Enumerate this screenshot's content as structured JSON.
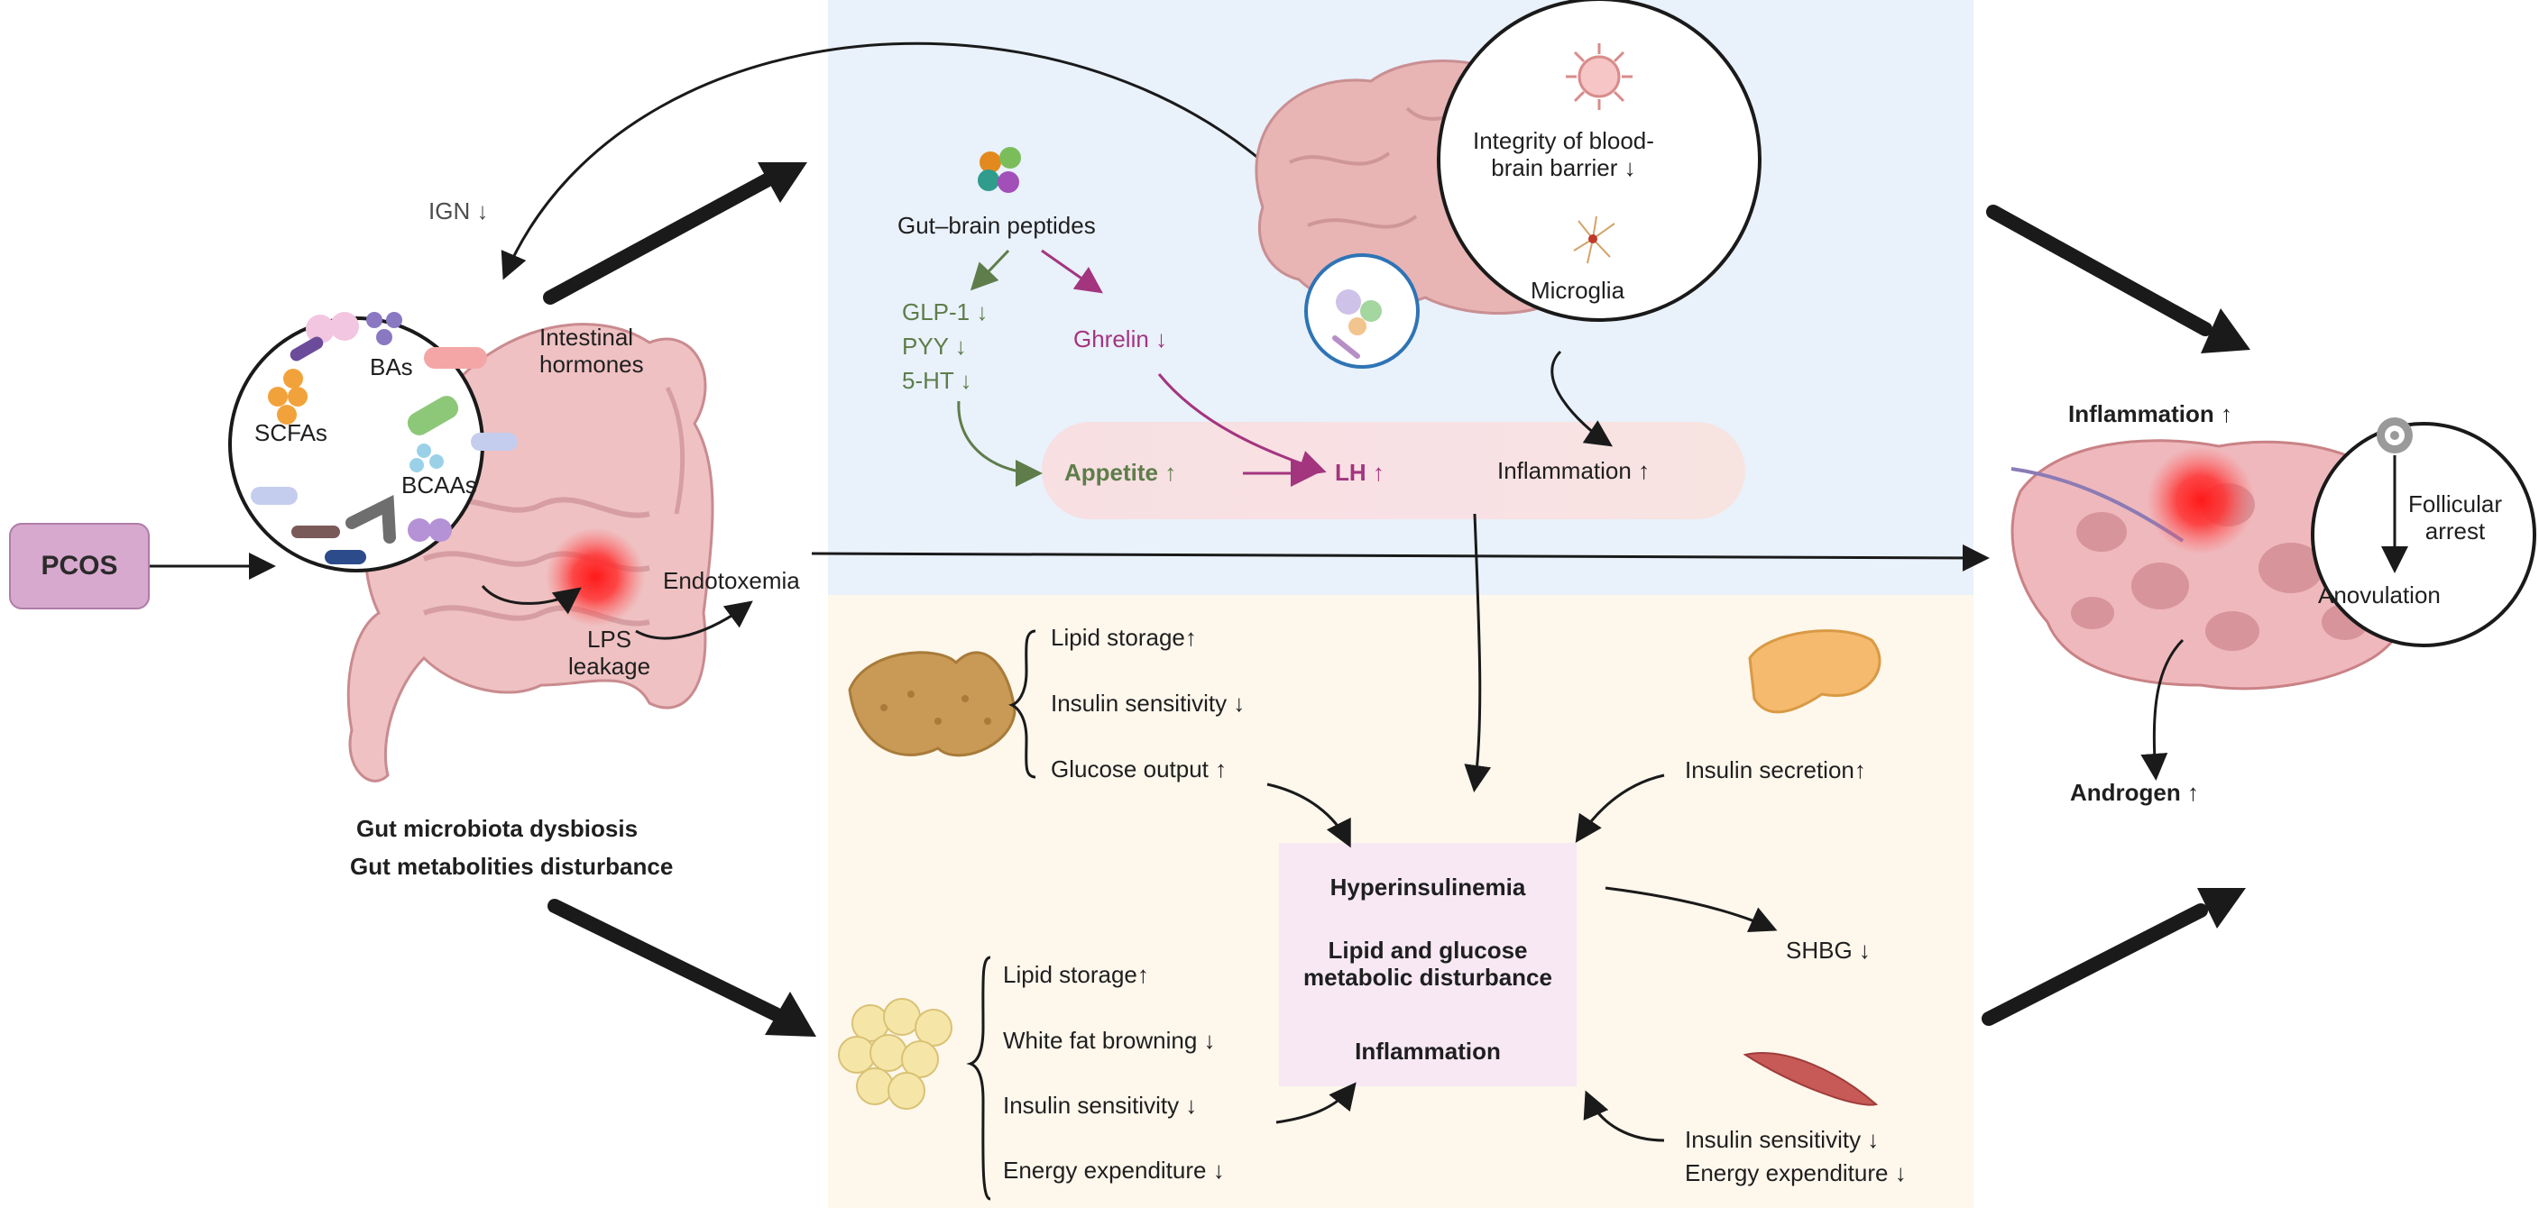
{
  "left": {
    "pcos": "PCOS",
    "ign": "IGN ↓",
    "bas": "BAs",
    "scfas": "SCFAs",
    "bcaas": "BCAAs",
    "intestinal_hormones": "Intestinal\nhormones",
    "endotoxemia": "Endotoxemia",
    "lps_leakage": "LPS\nleakage",
    "caption_line1": "Gut microbiota dysbiosis",
    "caption_line2": "Gut metabolities disturbance"
  },
  "brain_panel": {
    "gut_brain_peptides": "Gut–brain peptides",
    "glp1": "GLP-1 ↓",
    "pyy": "PYY ↓",
    "ht5": "5-HT ↓",
    "ghrelin": "Ghrelin ↓",
    "bbb": "Integrity of  blood-\nbrain barrier ↓",
    "microglia": "Microglia",
    "appetite": "Appetite ↑",
    "lh": "LH ↑",
    "inflammation": "Inflammation ↑"
  },
  "metabolic_panel": {
    "liver_items": [
      "Lipid storage↑",
      "Insulin sensitivity ↓",
      "Glucose output ↑"
    ],
    "pancreas": "Insulin secretion↑",
    "fat_items": [
      "Lipid storage↑",
      "White fat browning ↓",
      "Insulin sensitivity ↓",
      "Energy expenditure ↓"
    ],
    "hyperinsulinemia": "Hyperinsulinemia",
    "lipid_glucose": "Lipid and glucose\nmetabolic disturbance",
    "inflammation": "Inflammation",
    "shbg": "SHBG ↓",
    "muscle_line1": "Insulin sensitivity ↓",
    "muscle_line2": "Energy expenditure ↓"
  },
  "ovary": {
    "inflammation": "Inflammation ↑",
    "follicular_arrest": "Follicular\narrest",
    "anovulation": "Anovulation",
    "androgen": "Androgen ↑"
  }
}
